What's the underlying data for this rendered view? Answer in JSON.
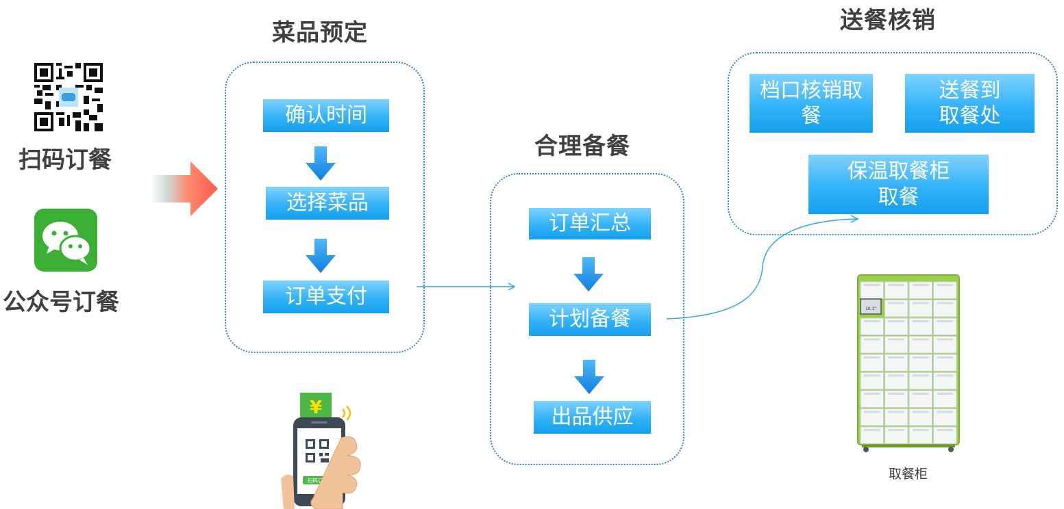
{
  "headings": {
    "menu_booking": "菜品预定",
    "prep": "合理备餐",
    "delivery": "送餐核销"
  },
  "channels": {
    "scan": "扫码订餐",
    "official_account": "公众号订餐"
  },
  "booking_steps": [
    "确认时间",
    "选择菜品",
    "订单支付"
  ],
  "prep_steps": [
    "订单汇总",
    "计划备餐",
    "出品供应"
  ],
  "delivery_options": {
    "counter": "档口核销取\n餐",
    "delivery_point": "送餐到\n取餐处",
    "cabinet": "保温取餐柜\n取餐"
  },
  "phone": {
    "currency_symbol": "¥",
    "button_label": "扫码订单"
  },
  "locker": {
    "caption": "取餐柜",
    "screen_text": "10.1\""
  },
  "colors": {
    "step_blue": "#1aa6f0",
    "heading_gray": "#404040",
    "arrow_red": "#ff5a4a",
    "wechat_green": "#3cb034"
  }
}
